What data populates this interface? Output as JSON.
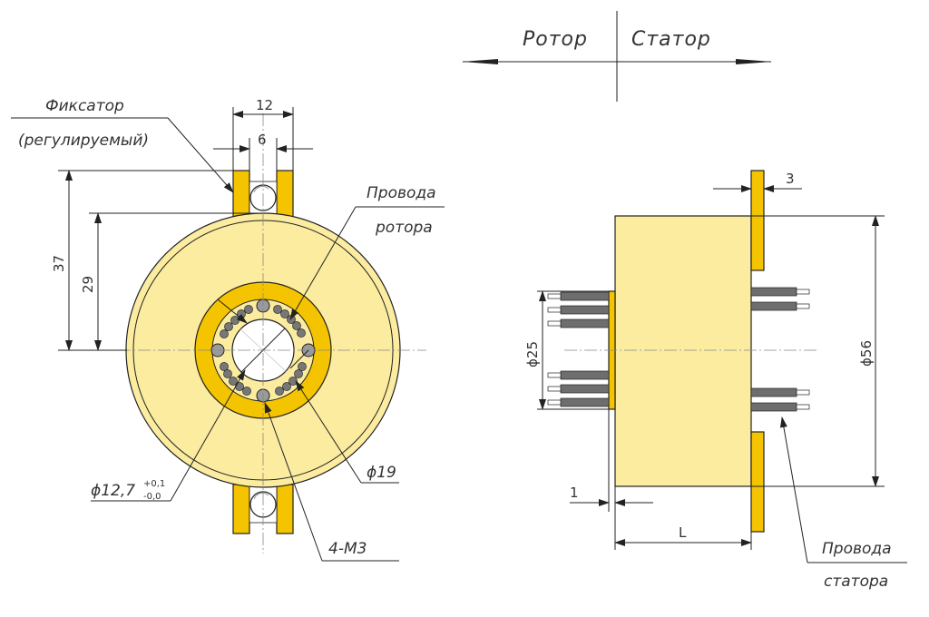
{
  "header": {
    "rotor_label": "Ротор",
    "stator_label": "Статор"
  },
  "front_view": {
    "fixator_label": "Фиксатор",
    "fixator_sub": "(регулируемый)",
    "dim_12": "12",
    "dim_6": "6",
    "dim_37": "37",
    "dim_29": "29",
    "rotor_wires_label": "Провода",
    "rotor_wires_sub": "ротора",
    "bore_label": "ϕ12,7",
    "bore_tol_upper": "+0,1",
    "bore_tol_lower": "-0,0",
    "dia_19": "ϕ19",
    "holes_label": "4-М3"
  },
  "side_view": {
    "dim_3": "3",
    "dim_25": "ϕ25",
    "dim_56": "ϕ56",
    "dim_1": "1",
    "dim_L": "L",
    "stator_wires_label": "Провода",
    "stator_wires_sub": "статора"
  },
  "colors": {
    "body_fill": "#fbeca0",
    "flange_fill": "#f5c400",
    "wire_fill": "#707070",
    "line": "#222222"
  }
}
